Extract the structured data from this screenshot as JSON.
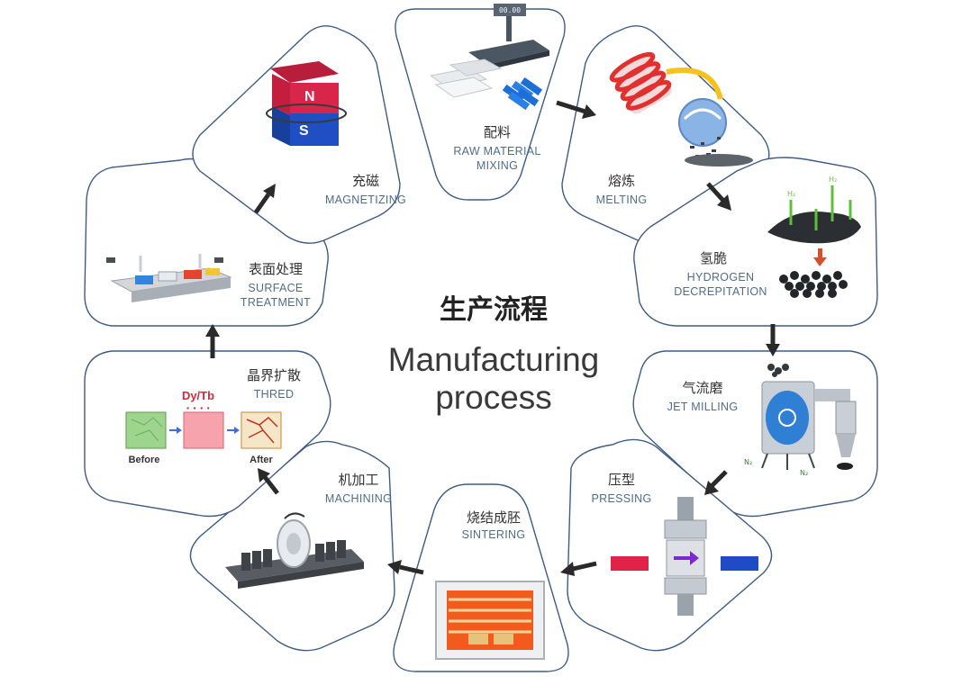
{
  "center": {
    "title_zh": "生产流程",
    "title_en_line1": "Manufacturing",
    "title_en_line2": "process"
  },
  "steps": [
    {
      "zh": "配料",
      "en1": "RAW MATERIAL",
      "en2": "MIXING"
    },
    {
      "zh": "熔炼",
      "en1": "MELTING",
      "en2": ""
    },
    {
      "zh": "氢脆",
      "en1": "HYDROGEN",
      "en2": "DECREPITATION"
    },
    {
      "zh": "气流磨",
      "en1": "JET MILLING",
      "en2": ""
    },
    {
      "zh": "压型",
      "en1": "PRESSING",
      "en2": ""
    },
    {
      "zh": "烧结成胚",
      "en1": "SINTERING",
      "en2": ""
    },
    {
      "zh": "机加工",
      "en1": "MACHINING",
      "en2": ""
    },
    {
      "zh": "晶界扩散",
      "en1": "THRED",
      "en2": ""
    },
    {
      "zh": "表面处理",
      "en1": "SURFACE",
      "en2": "TREATMENT"
    },
    {
      "zh": "充磁",
      "en1": "MAGNETIZING",
      "en2": ""
    }
  ],
  "illustration_labels": {
    "magnet_n": "N",
    "magnet_s": "S",
    "dopant": "Dy/Tb",
    "before": "Before",
    "after": "After",
    "h2": "H₂",
    "n2": "N₂",
    "scale_display": "00.00"
  },
  "colors": {
    "tile_border": "#3f5b86",
    "arrow": "#2a2a2a",
    "magnet_red": "#d8264a",
    "magnet_blue": "#1f4fc2",
    "furnace_glow": "#f25a1e"
  }
}
